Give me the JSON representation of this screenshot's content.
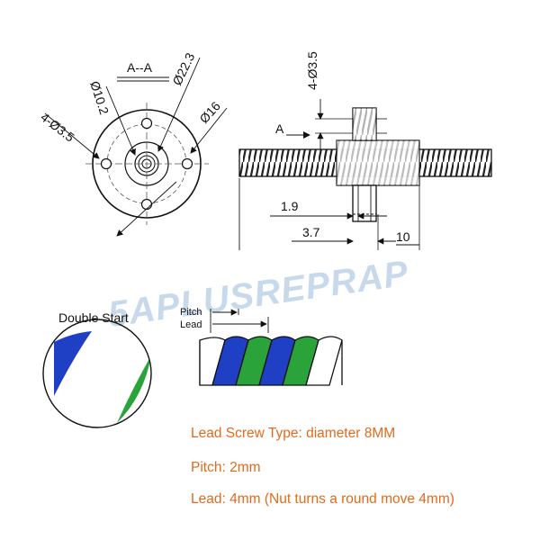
{
  "drawing": {
    "section_label": "A--A",
    "dim_hole_left": "4-Ø3.5",
    "dim_inner": "Ø10.2",
    "dim_outer_top": "Ø22.3",
    "dim_flange": "Ø16",
    "dim_hole_top": "4-Ø3.5",
    "arrow_label": "A",
    "dim_1_9": "1.9",
    "dim_3_7": "3.7",
    "dim_10": "10"
  },
  "watermark": "5APLUSREPRAP",
  "thread_diagram": {
    "start_label": "Double Start",
    "pitch_label": "Pitch",
    "lead_label": "Lead",
    "colors": {
      "blue": "#1f3fc4",
      "green": "#2aa33a"
    }
  },
  "specs": {
    "type_line": "Lead Screw Type: diameter 8MM",
    "pitch_line": "Pitch: 2mm",
    "lead_line": "Lead: 4mm (Nut turns a round move 4mm)"
  }
}
